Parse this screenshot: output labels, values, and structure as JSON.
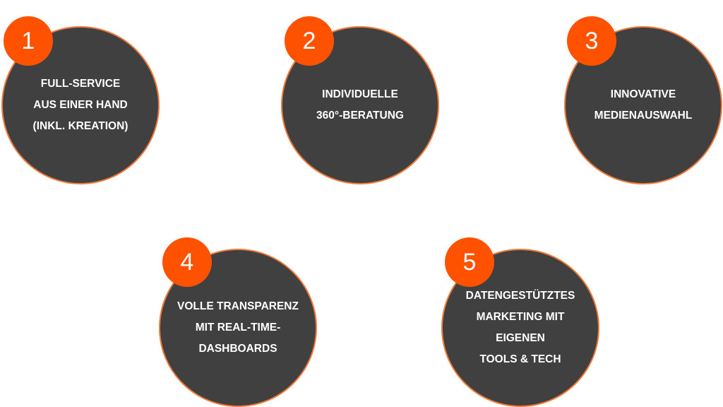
{
  "items": [
    {
      "number": "1",
      "label": "FULL-SERVICE\nAUS EINER HAND\n(INKL. KREATION)"
    },
    {
      "number": "2",
      "label": "INDIVIDUELLE\n360°-BERATUNG"
    },
    {
      "number": "3",
      "label": "INNOVATIVE\nMEDIENAUSWAHL"
    },
    {
      "number": "4",
      "label": "VOLLE TRANSPARENZ\nMIT REAL-TIME-\nDASHBOARDS"
    },
    {
      "number": "5",
      "label": "DATENGESTÜTZTES\nMARKETING MIT\nEIGENEN\nTOOLS & TECH"
    }
  ],
  "colors": {
    "circle": "#404040",
    "border": "#f07a3a",
    "badge": "#ff5200"
  }
}
